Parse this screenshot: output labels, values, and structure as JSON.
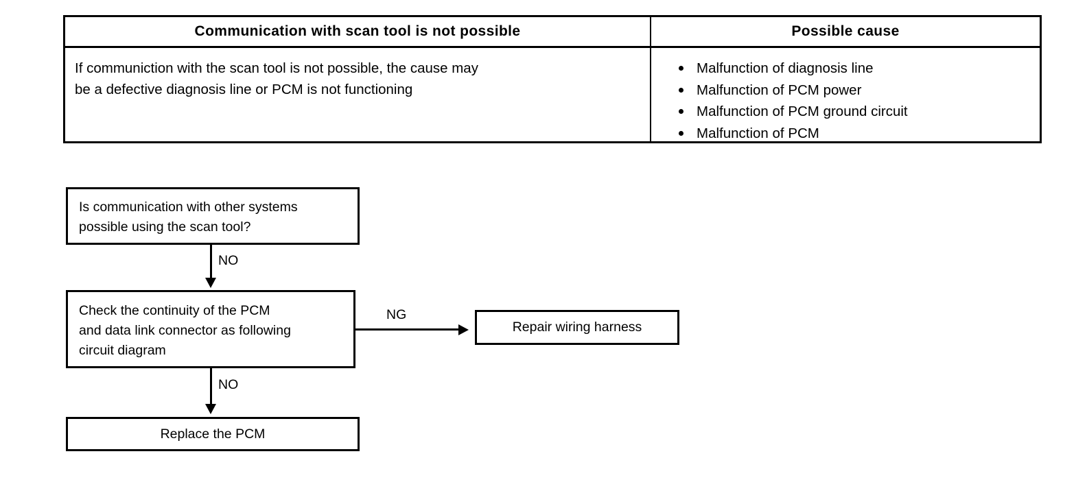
{
  "symptom_table": {
    "headers": {
      "left": "Communication with scan tool is not possible",
      "right": "Possible cause"
    },
    "description_lines": [
      "If communiction with the scan tool is not possible, the cause may",
      "be a defective diagnosis line or PCM is not functioning"
    ],
    "possible_causes": [
      "Malfunction of diagnosis line",
      "Malfunction of PCM power",
      "Malfunction of PCM ground circuit",
      "Malfunction of PCM"
    ]
  },
  "flowchart": {
    "boxes": {
      "check_other_systems": {
        "lines": [
          "Is communication with other systems",
          "possible using the scan tool?"
        ]
      },
      "check_continuity": {
        "lines": [
          "Check the continuity of the PCM",
          "and data link connector as following",
          "circuit diagram"
        ]
      },
      "repair_harness": {
        "label": "Repair wiring harness"
      },
      "replace_pcm": {
        "label": "Replace the PCM"
      }
    },
    "edge_labels": {
      "no_1": "NO",
      "no_2": "NO",
      "ng": "NG"
    }
  },
  "colors": {
    "ink": "#000000",
    "paper": "#ffffff"
  }
}
